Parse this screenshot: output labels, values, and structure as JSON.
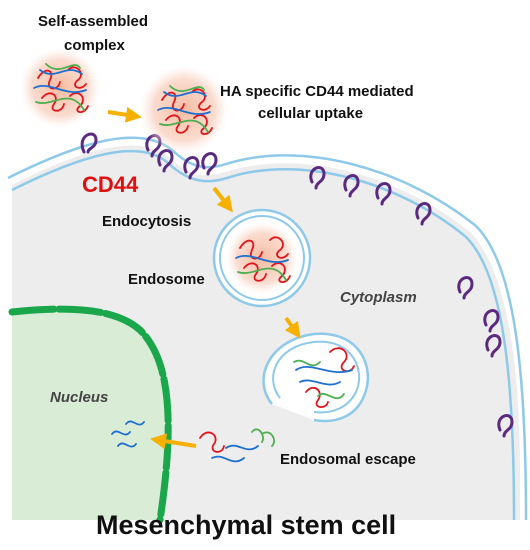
{
  "labels": {
    "complex": [
      "Self-assembled",
      "complex"
    ],
    "uptake": [
      "HA specific CD44 mediated",
      "cellular uptake"
    ],
    "cd44": "CD44",
    "endocytosis": "Endocytosis",
    "endosome": "Endosome",
    "cytoplasm": "Cytoplasm",
    "nucleus": "Nucleus",
    "escape": "Endosomal escape",
    "title": "Mesenchymal stem cell"
  },
  "colors": {
    "membrane": "#8ec9ea",
    "cytoplasm": "#ededed",
    "nucleus": "#d9ecd6",
    "nuclear_envelope": "#1aa64a",
    "receptor": "#5a2a80",
    "arrow": "#f5b000",
    "polymer_red": "#e3141b",
    "polymer_blue": "#1f6fd1",
    "polymer_green": "#4caf50",
    "halo": "#f7c9b6",
    "cd44_text": "#e01010"
  }
}
